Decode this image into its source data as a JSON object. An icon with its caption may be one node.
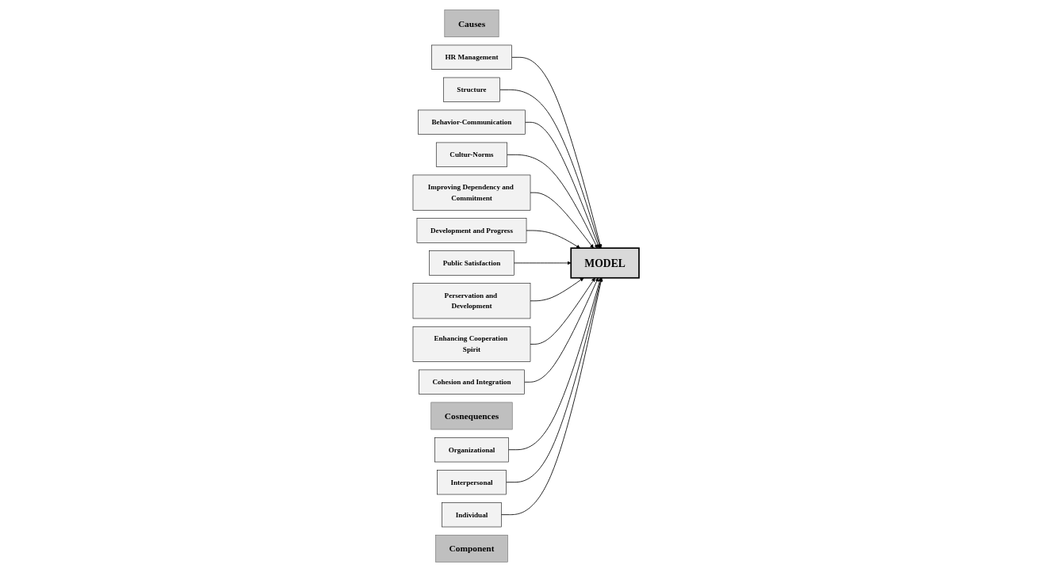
{
  "diagram": {
    "nodes": [
      {
        "text": [
          "Causes"
        ]
      },
      {
        "text": [
          "HR Management"
        ]
      },
      {
        "text": [
          "Structure"
        ]
      },
      {
        "text": [
          "Behavior-Communication"
        ]
      },
      {
        "text": [
          "Cultur-Norms"
        ]
      },
      {
        "text": [
          "MODEL"
        ]
      },
      {
        "text": [
          "Improving Dependency and Commitment"
        ]
      },
      {
        "text": [
          "Development and Progress"
        ]
      },
      {
        "text": [
          "Public Satisfaction"
        ]
      },
      {
        "text": [
          "Perservation and Development"
        ]
      },
      {
        "text": [
          "Enhancing Cooperation Spirit"
        ]
      },
      {
        "text": [
          "Cohesion and Integration"
        ]
      },
      {
        "text": [
          "Cosnequences"
        ]
      },
      {
        "text": [
          "Organizational"
        ]
      },
      {
        "text": [
          "Interpersonal"
        ]
      },
      {
        "text": [
          "Individual"
        ]
      },
      {
        "text": [
          "Component"
        ]
      }
    ],
    "edges": [
      {
        "from": 1,
        "to": 5,
        "arrow": "to"
      },
      {
        "from": 2,
        "to": 5,
        "arrow": "to"
      },
      {
        "from": 3,
        "to": 5,
        "arrow": "to"
      },
      {
        "from": 4,
        "to": 5,
        "arrow": "to"
      },
      {
        "from": 6,
        "to": 5,
        "arrow": "to"
      },
      {
        "from": 7,
        "to": 5,
        "arrow": "to"
      },
      {
        "from": 8,
        "to": 5,
        "arrow": "to"
      },
      {
        "from": 9,
        "to": 5,
        "arrow": "to"
      },
      {
        "from": 10,
        "to": 5,
        "arrow": "to"
      },
      {
        "from": 11,
        "to": 5,
        "arrow": "to"
      },
      {
        "from": 13,
        "to": 5,
        "arrow": "to"
      },
      {
        "from": 14,
        "to": 5,
        "arrow": "to"
      },
      {
        "from": 15,
        "to": 5,
        "arrow": "to"
      }
    ]
  }
}
